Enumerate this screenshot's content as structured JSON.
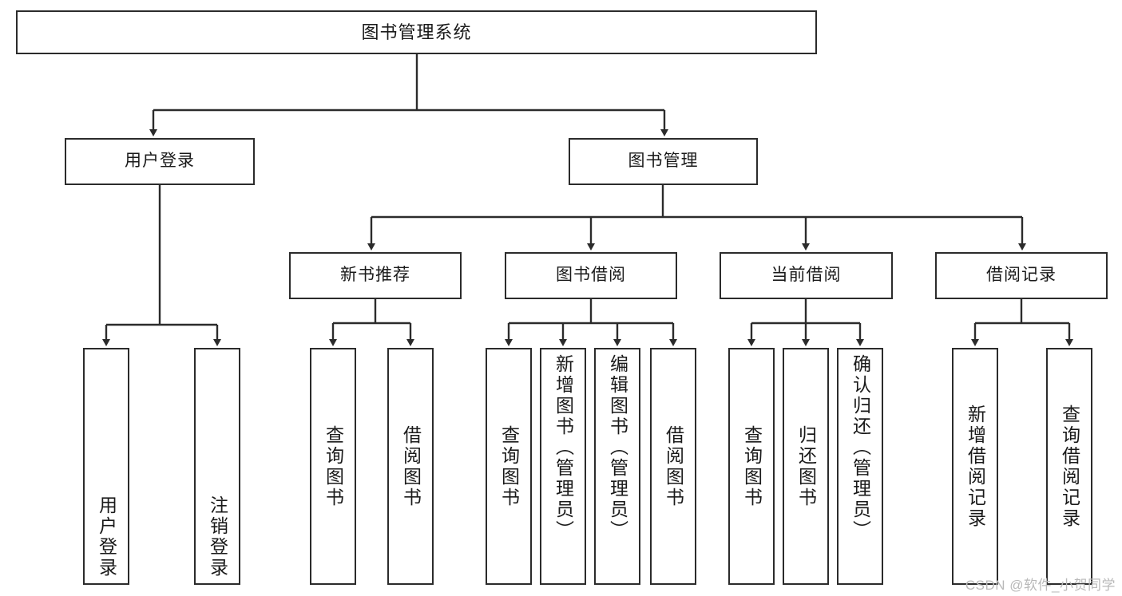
{
  "diagram": {
    "title": "图书管理系统",
    "type": "tree-hierarchy-chart",
    "watermark": "CSDN @软件_小贺同学",
    "line_color": "#2b2b2b",
    "box_fill": "#ffffff",
    "text_color": "#1a1a1a"
  },
  "nodes": {
    "root": {
      "label": "图书管理系统"
    },
    "level2": [
      {
        "label": "用户登录"
      },
      {
        "label": "图书管理"
      }
    ],
    "level3": [
      {
        "label": "新书推荐"
      },
      {
        "label": "图书借阅"
      },
      {
        "label": "当前借阅"
      },
      {
        "label": "借阅记录"
      }
    ],
    "leaves": {
      "user_login": [
        {
          "label": "用户登录"
        },
        {
          "label": "注销登录"
        }
      ],
      "new_book_recommend": [
        {
          "label": "查询图书"
        },
        {
          "label": "借阅图书"
        }
      ],
      "book_borrow": [
        {
          "label": "查询图书"
        },
        {
          "label": "新增图书（管理员）"
        },
        {
          "label": "编辑图书（管理员）"
        },
        {
          "label": "借阅图书"
        }
      ],
      "current_borrow": [
        {
          "label": "查询图书"
        },
        {
          "label": "归还图书"
        },
        {
          "label": "确认归还（管理员）"
        }
      ],
      "borrow_record": [
        {
          "label": "新增借阅记录"
        },
        {
          "label": "查询借阅记录"
        }
      ]
    }
  }
}
